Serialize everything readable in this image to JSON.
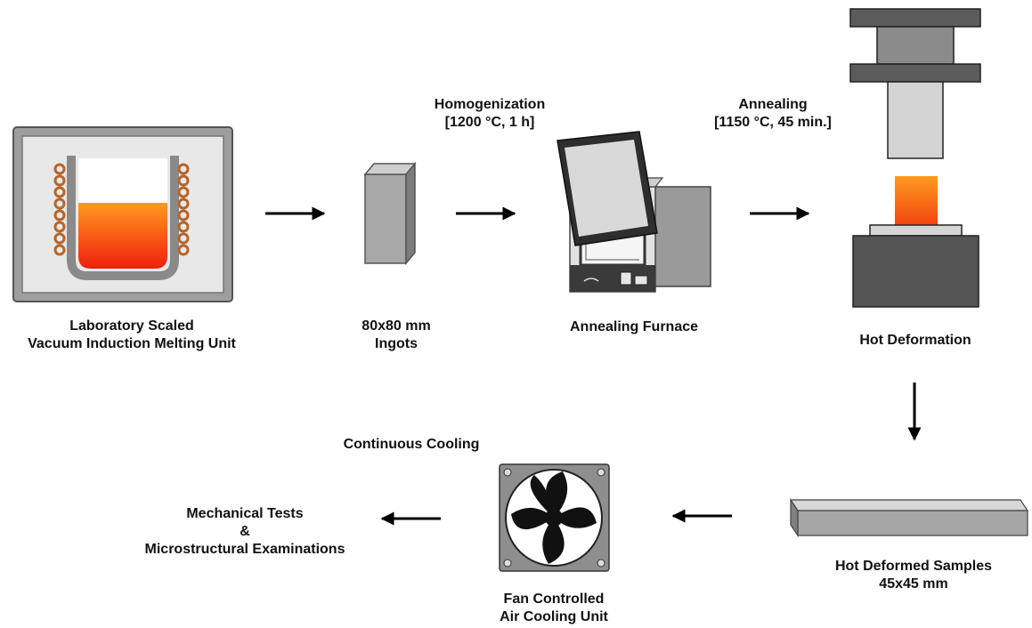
{
  "steps": {
    "melting": {
      "line1": "Laboratory Scaled",
      "line2": "Vacuum Induction Melting Unit"
    },
    "ingots": {
      "line1": "80x80 mm",
      "line2": "Ingots"
    },
    "homogenization": {
      "line1": "Homogenization",
      "line2": "[1200 °C, 1 h]"
    },
    "furnace": {
      "label": "Annealing Furnace"
    },
    "annealing": {
      "line1": "Annealing",
      "line2": "[1150 °C, 45 min.]"
    },
    "hot_deformation": {
      "label": "Hot Deformation"
    },
    "hot_deformed_samples": {
      "line1": "Hot Deformed Samples",
      "line2": "45x45 mm"
    },
    "cooling": {
      "label": "Continuous Cooling"
    },
    "fan_unit": {
      "line1": "Fan Controlled",
      "line2": "Air Cooling Unit"
    },
    "tests": {
      "line1": "Mechanical Tests",
      "line2": "&",
      "line3": "Microstructural Examinations"
    }
  },
  "colors": {
    "panel": "#e6e6e6",
    "steel": "#9a9a9a",
    "coil": "#c07a3a",
    "melt_top": "#ff8c1a",
    "melt_bottom": "#f02010",
    "arrow": "#000000"
  }
}
